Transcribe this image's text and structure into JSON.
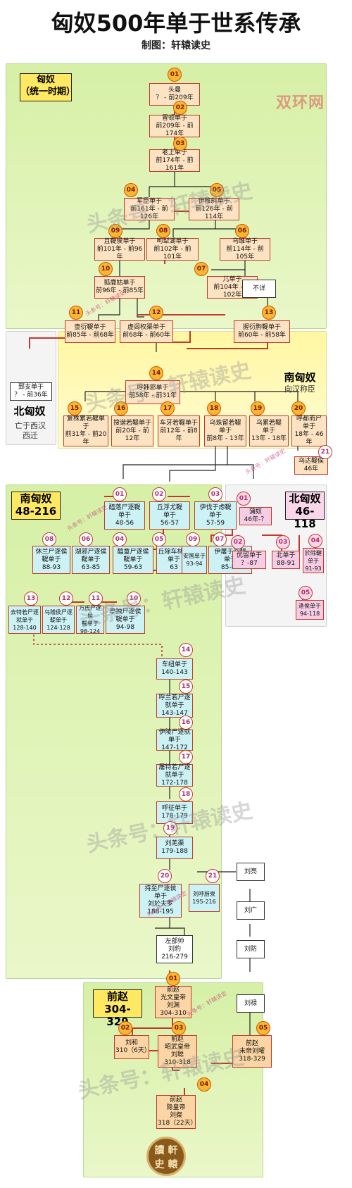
{
  "header": {
    "title": "匈奴500年单于世系传承",
    "subtitle": "制图：轩辕读史"
  },
  "watermarks": {
    "main": "头条号：轩辕读史",
    "small": "头条号：轩辕读史",
    "logo": "双环网",
    "seal": [
      "讀",
      "軒",
      "史",
      "轅"
    ]
  },
  "regions": {
    "unified": {
      "label": "匈奴\n（统一时期）"
    },
    "south_early": {
      "label": "南匈奴",
      "note": "向汉称臣"
    },
    "north_early": {
      "label": "北匈奴",
      "note": "亡于西汉\n西迁"
    },
    "south_late": {
      "label": "南匈奴\n48-216"
    },
    "north_late": {
      "label": "北匈奴\n46-118"
    },
    "qianzhao": {
      "label": "前赵\n304-329"
    }
  },
  "nodes": [
    {
      "id": "u01",
      "num": "01",
      "text": "头曼\n？ - 前209年"
    },
    {
      "id": "u02",
      "num": "02",
      "text": "冒顿单于\n前209年 - 前174年"
    },
    {
      "id": "u03",
      "num": "03",
      "text": "老上单于\n前174年 - 前161年"
    },
    {
      "id": "u04",
      "num": "04",
      "text": "军臣单于\n前161年 - 前126年"
    },
    {
      "id": "u05",
      "num": "05",
      "text": "伊稚斜单于\n前126年 - 前114年"
    },
    {
      "id": "u06",
      "num": "06",
      "text": "乌维单于\n前114年 - 前105年"
    },
    {
      "id": "u07",
      "num": "07",
      "text": "儿单于\n前104年 - 前102年"
    },
    {
      "id": "u08",
      "num": "08",
      "text": "呴犁湖单于\n前102年 - 前101年"
    },
    {
      "id": "u09",
      "num": "09",
      "text": "且鞮侯单于\n前101年 - 前96年"
    },
    {
      "id": "u10",
      "num": "10",
      "text": "狐鹿姑单于\n前96年 - 前85年"
    },
    {
      "id": "u11",
      "num": "11",
      "text": "壶衍鞮单于\n前85年 - 前68年"
    },
    {
      "id": "u12",
      "num": "12",
      "text": "虚闾权渠单于\n前68年 - 前60年"
    },
    {
      "id": "u13",
      "num": "13",
      "text": "握衍朐鞮单于\n前60年 - 前58年"
    },
    {
      "id": "unk",
      "num": "",
      "text": "不详"
    },
    {
      "id": "ne1",
      "num": "",
      "text": "郅支单于\n？ - 前36年"
    },
    {
      "id": "s14",
      "num": "14",
      "text": "呼韩邪单于\n前58年 - 前31年"
    },
    {
      "id": "s15",
      "num": "15",
      "text": "复株累若鞮单于\n前31年 - 前20年"
    },
    {
      "id": "s16",
      "num": "16",
      "text": "搜谐若鞮单于\n前20年 - 前12年"
    },
    {
      "id": "s17",
      "num": "17",
      "text": "车牙若鞮单于\n前12年 - 前8年"
    },
    {
      "id": "s18",
      "num": "18",
      "text": "乌珠留若鞮\n单于\n前8年 - 13年"
    },
    {
      "id": "s19",
      "num": "19",
      "text": "乌累若鞮\n单于\n13年 - 18年"
    },
    {
      "id": "s20",
      "num": "20",
      "text": "呼都而尸\n单于\n18年 - 46年"
    },
    {
      "id": "s21",
      "num": "21",
      "text": "乌达鞮侯\n46年"
    },
    {
      "id": "l01",
      "num": "01",
      "text": "醯落尸逐鞮\n单于\n48-56"
    },
    {
      "id": "l02",
      "num": "02",
      "text": "丘浮尤鞮\n单于\n56-57"
    },
    {
      "id": "l03",
      "num": "03",
      "text": "伊伐于虑鞮\n单于\n57-59"
    },
    {
      "id": "l04",
      "num": "04",
      "text": "醯童尸逐侯\n鞮单于\n59-63"
    },
    {
      "id": "l05",
      "num": "05",
      "text": "丘除车林鞮\n单于\n63"
    },
    {
      "id": "l06",
      "num": "06",
      "text": "湖邪尸逐侯\n鞮单于\n63-85"
    },
    {
      "id": "l07",
      "num": "07",
      "text": "伊屠于闾鞮\n单于\n85-88"
    },
    {
      "id": "l08",
      "num": "08",
      "text": "休兰尸逐侯\n鞮单于\n88-93"
    },
    {
      "id": "l09",
      "num": "09",
      "text": "安国单于\n93-94"
    },
    {
      "id": "l10",
      "num": "10",
      "text": "亭独尸逐侯\n鞮单于\n94-98"
    },
    {
      "id": "l11",
      "num": "11",
      "text": "万氏尸逐侯\n鞮单于\n98-124"
    },
    {
      "id": "l12",
      "num": "12",
      "text": "乌稽侯尸逐\n鞮单于\n124-128"
    },
    {
      "id": "l13",
      "num": "13",
      "text": "去特若尸逐\n就单于\n128-140"
    },
    {
      "id": "l14",
      "num": "14",
      "text": "车纽单于\n140-143"
    },
    {
      "id": "l15",
      "num": "15",
      "text": "呼兰若尸逐\n就单于\n143-147"
    },
    {
      "id": "l16",
      "num": "16",
      "text": "伊陵尸逐就\n单于\n147-172"
    },
    {
      "id": "l17",
      "num": "17",
      "text": "屠特若尸逐\n就单于\n172-178"
    },
    {
      "id": "l18",
      "num": "18",
      "text": "呼征单于\n178-179"
    },
    {
      "id": "l19",
      "num": "19",
      "text": "刘羌渠\n179-188"
    },
    {
      "id": "l20",
      "num": "20",
      "text": "持至尸逐侯\n单于\n刘於夫罗\n188-195"
    },
    {
      "id": "l21",
      "num": "21",
      "text": "刘呼厨泉\n195-216"
    },
    {
      "id": "zxw",
      "num": "",
      "text": "左部帅\n刘豹\n216-279"
    },
    {
      "id": "liu_liang",
      "num": "",
      "text": "刘亮"
    },
    {
      "id": "liu_guang",
      "num": "",
      "text": "刘广"
    },
    {
      "id": "liu_fang",
      "num": "",
      "text": "刘防"
    },
    {
      "id": "liu_lu",
      "num": "",
      "text": "刘禄"
    },
    {
      "id": "n01",
      "num": "01",
      "text": "蒲奴\n46年-？"
    },
    {
      "id": "n02",
      "num": "02",
      "text": "优留单于\n？-87"
    },
    {
      "id": "n03",
      "num": "03",
      "text": "北单于\n88-91"
    },
    {
      "id": "n04",
      "num": "04",
      "text": "於除鞬\n单于\n91-93"
    },
    {
      "id": "n05",
      "num": "05",
      "text": "逢侯单于\n94-118"
    },
    {
      "id": "q01",
      "num": "01",
      "text": "前赵\n光文皇帝\n刘渊\n304-310"
    },
    {
      "id": "q02",
      "num": "02",
      "text": "刘和\n310（6天）"
    },
    {
      "id": "q03",
      "num": "03",
      "text": "前赵\n昭武皇帝\n刘聪\n310-318"
    },
    {
      "id": "q04",
      "num": "04",
      "text": "前赵\n隐皇帝\n刘粲\n318（22天）"
    },
    {
      "id": "q05",
      "num": "05",
      "text": "前赵\n末帝刘曜\n318-329"
    }
  ]
}
